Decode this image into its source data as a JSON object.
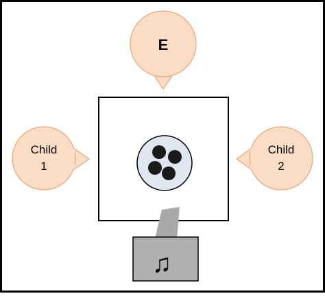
{
  "nodes": {
    "experimenter": {
      "label": "E"
    },
    "child1": {
      "line1": "Child",
      "line2": "1"
    },
    "child2": {
      "line1": "Child",
      "line2": "2"
    }
  },
  "music_icon": {
    "glyph": "♫",
    "icon": "music-note-icon"
  },
  "colors": {
    "bubble_fill": "#fbdcc4",
    "bubble_stroke": "#e8a47a",
    "box_stroke": "#000000",
    "bowl_fill": "#dfe6f0",
    "ball_fill": "#1a1a1a",
    "speaker_fill": "#b0b0b0",
    "connector_fill": "#a9a9a9"
  }
}
